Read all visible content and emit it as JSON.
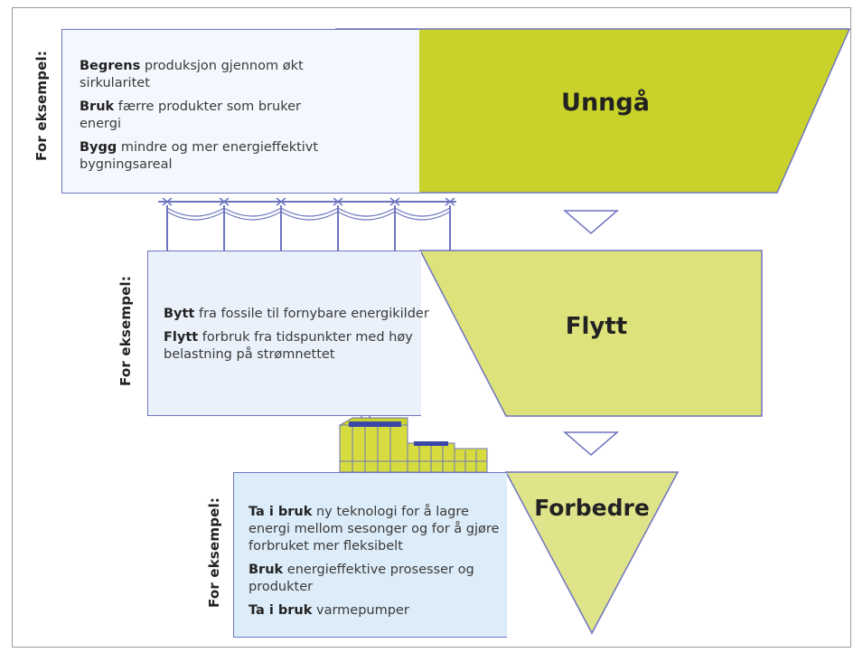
{
  "stages": [
    {
      "id": "unnga",
      "title": "Unngå",
      "side_label": "For eksempel:",
      "items": [
        {
          "bold": "Begrens",
          "text": " produksjon gjennom økt sirkularitet"
        },
        {
          "bold": "Bruk",
          "text": " færre produkter som bruker energi"
        },
        {
          "bold": "Bygg",
          "text": " mindre og mer energieffektivt bygningsareal"
        }
      ]
    },
    {
      "id": "flytt",
      "title": "Flytt",
      "side_label": "For eksempel:",
      "items": [
        {
          "bold": "Bytt",
          "text": " fra fossile til fornybare energikilder"
        },
        {
          "bold": "Flytt",
          "text": " forbruk fra tidspunkter med høy belastning på strømnettet"
        }
      ]
    },
    {
      "id": "forbedre",
      "title": "Forbedre",
      "side_label": "For eksempel:",
      "items": [
        {
          "bold": "Ta i bruk",
          "text": " ny teknologi for å lagre energi mellom sesonger og for å gjøre forbruket mer fleksibelt"
        },
        {
          "bold": "Bruk",
          "text": " energieffektive prosesser og produkter"
        },
        {
          "bold": "Ta i bruk",
          "text": " varmepumper"
        }
      ]
    }
  ],
  "colors": {
    "funnel_top": "#c9d22a",
    "funnel_mid": "#dde27a",
    "funnel_bottom": "#dfe38a",
    "panel_top": "#f4f7fd",
    "panel_mid": "#eaf1fb",
    "panel_bottom": "#dcecf8",
    "outline": "#6e75bf",
    "arrow": "#6e75bf"
  }
}
